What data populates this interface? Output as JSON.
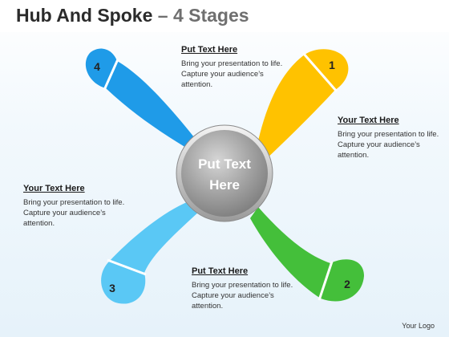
{
  "title": {
    "main": "Hub And Spoke",
    "dash": "–",
    "sub": "4 Stages"
  },
  "hub": {
    "line1": "Put Text",
    "line2": "Here"
  },
  "stages": [
    {
      "number": "1",
      "color": "#ffc200"
    },
    {
      "number": "2",
      "color": "#44bf3a"
    },
    {
      "number": "3",
      "color": "#5ac8f5"
    },
    {
      "number": "4",
      "color": "#1f9be8"
    }
  ],
  "callouts": {
    "top": {
      "heading": "Put Text Here",
      "body": "Bring your presentation to life. Capture your audience’s attention."
    },
    "right": {
      "heading": "Your Text Here",
      "body": "Bring your presentation to life. Capture your audience’s attention."
    },
    "left": {
      "heading": "Your Text Here",
      "body": "Bring your presentation to life. Capture your audience’s attention."
    },
    "bottom": {
      "heading": "Put Text Here",
      "body": "Bring your presentation to life. Capture your audience’s attention."
    }
  },
  "footer": {
    "logo_text": "Your Logo"
  }
}
